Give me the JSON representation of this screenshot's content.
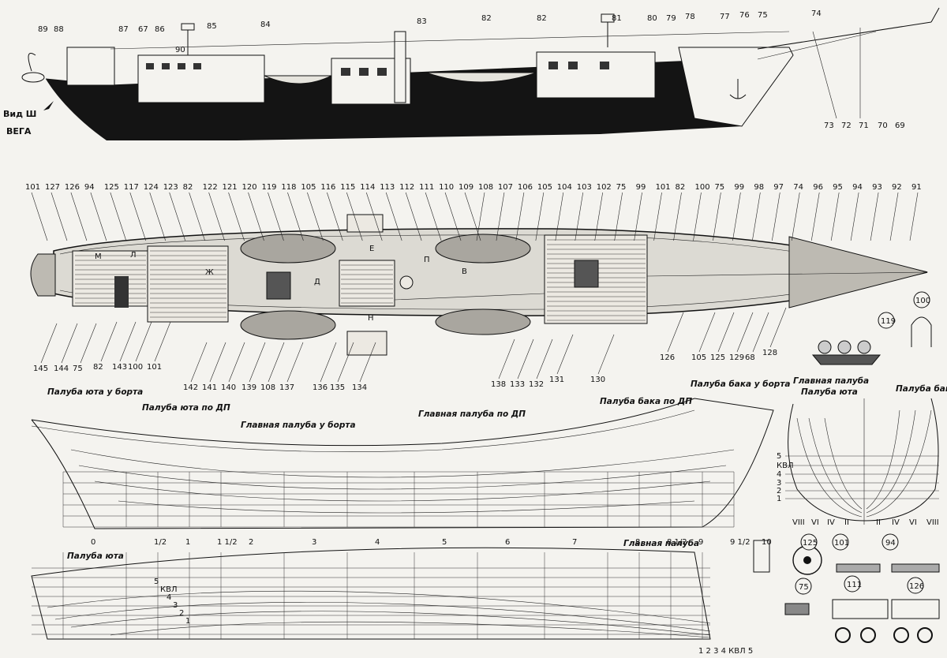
{
  "side_view": {
    "view_label": "Вид Ш",
    "ship_name": "ВЕГА",
    "numbers": [
      "89",
      "88",
      "87",
      "67",
      "86",
      "85",
      "84",
      "83",
      "82",
      "82",
      "81",
      "80",
      "79",
      "78",
      "77",
      "76",
      "75",
      "74",
      "73",
      "72",
      "71",
      "70",
      "69",
      "90"
    ]
  },
  "deck_plan": {
    "top_numbers": [
      "101",
      "127",
      "126",
      "94",
      "125",
      "117",
      "124",
      "123",
      "82",
      "122",
      "121",
      "120",
      "119",
      "118",
      "105",
      "116",
      "115",
      "114",
      "113",
      "112",
      "111",
      "110",
      "109",
      "108",
      "107",
      "106",
      "105",
      "104",
      "103",
      "102",
      "75",
      "99",
      "101",
      "82",
      "100",
      "75",
      "99",
      "98",
      "97",
      "74",
      "96",
      "95",
      "94",
      "93",
      "92",
      "91"
    ],
    "bottom_numbers": [
      "145",
      "144",
      "75",
      "82",
      "143",
      "100",
      "101",
      "142",
      "141",
      "140",
      "139",
      "108",
      "137",
      "136",
      "135",
      "134",
      "138",
      "133",
      "132",
      "131",
      "130",
      "126",
      "105",
      "125",
      "129",
      "68",
      "128"
    ],
    "letters": [
      "М",
      "Л",
      "Д",
      "Е",
      "П",
      "Н",
      "В",
      "Ж"
    ]
  },
  "details_top": [
    "100",
    "119"
  ],
  "profile": {
    "labels": {
      "poop_side": "Палуба юта у борта",
      "poop_cl": "Палуба юта по ДП",
      "main_side": "Главная палуба у борта",
      "main_cl": "Главная палуба по ДП",
      "fore_cl": "Палуба бака по ДП",
      "fore_side": "Палуба бака у борта"
    },
    "stations": [
      "0",
      "1/2",
      "1",
      "1 1/2",
      "2",
      "3",
      "4",
      "5",
      "6",
      "7",
      "8",
      "8 1/2",
      "9",
      "9 1/2",
      "10"
    ]
  },
  "body_plan": {
    "labels": {
      "main": "Главная палуба",
      "poop": "Палуба юта",
      "fore": "Палуба бака"
    },
    "waterlines": [
      "5",
      "КВЛ",
      "4",
      "3",
      "2",
      "1"
    ],
    "aft_marks": [
      "VIII",
      "VI",
      "IV",
      "II"
    ],
    "fore_marks": [
      "II",
      "IV",
      "VI",
      "VIII"
    ]
  },
  "half_breadth": {
    "labels": {
      "poop": "Палуба юта",
      "main": "Главная палуба"
    },
    "bottom_marks": "1 2 3 4 КВЛ 5",
    "inner_marks": [
      "5",
      "КВЛ",
      "4",
      "3",
      "2",
      "1"
    ]
  },
  "details_bottom": [
    "125",
    "101",
    "94",
    "75",
    "111",
    "126"
  ]
}
